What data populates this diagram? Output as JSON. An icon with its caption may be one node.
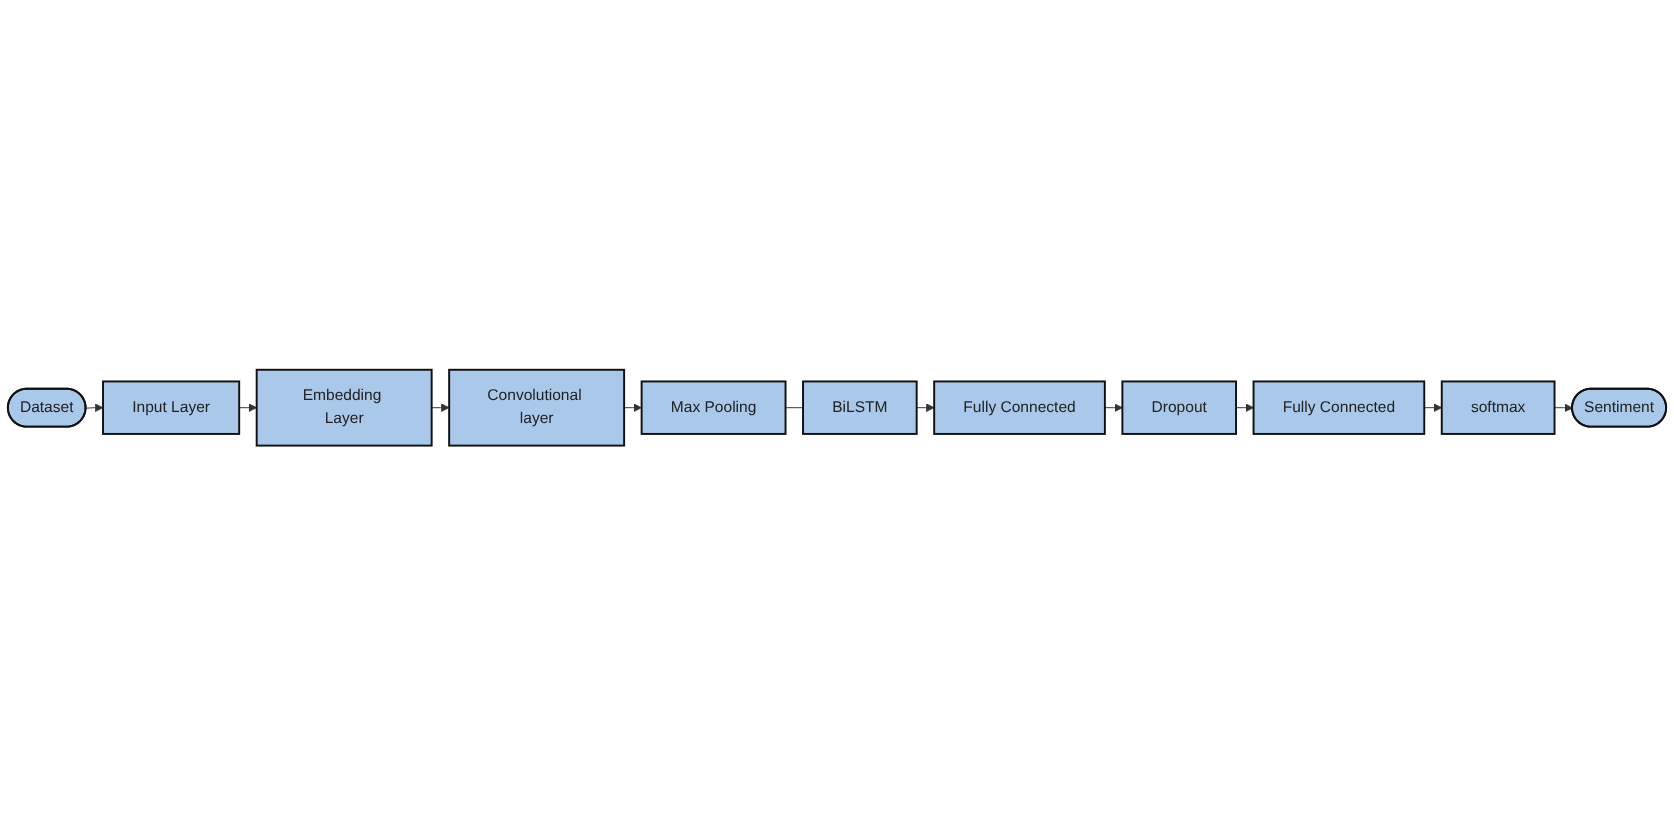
{
  "diagram": {
    "nodes": [
      {
        "text": [
          "Dataset"
        ]
      },
      {
        "text": [
          "Input Layer"
        ]
      },
      {
        "text": [
          "Embedding Layer"
        ]
      },
      {
        "text": [
          "Convolutional layer"
        ]
      },
      {
        "text": [
          "Max Pooling"
        ]
      },
      {
        "text": [
          "BiLSTM"
        ]
      },
      {
        "text": [
          "Fully Connected"
        ]
      },
      {
        "text": [
          "Dropout"
        ]
      },
      {
        "text": [
          "Fully Connected"
        ]
      },
      {
        "text": [
          "softmax"
        ]
      },
      {
        "text": [
          "Sentiment"
        ]
      }
    ],
    "edges": [
      {
        "from": 0,
        "to": 1,
        "arrow": "to"
      },
      {
        "from": 1,
        "to": 2,
        "arrow": "to"
      },
      {
        "from": 2,
        "to": 3,
        "arrow": "to"
      },
      {
        "from": 3,
        "to": 4,
        "arrow": "to"
      },
      {
        "from": 4,
        "to": 5,
        "arrow": "none"
      },
      {
        "from": 5,
        "to": 6,
        "arrow": "to"
      },
      {
        "from": 6,
        "to": 7,
        "arrow": "to"
      },
      {
        "from": 7,
        "to": 8,
        "arrow": "to"
      },
      {
        "from": 8,
        "to": 9,
        "arrow": "to"
      },
      {
        "from": 9,
        "to": 10,
        "arrow": "to"
      }
    ]
  }
}
